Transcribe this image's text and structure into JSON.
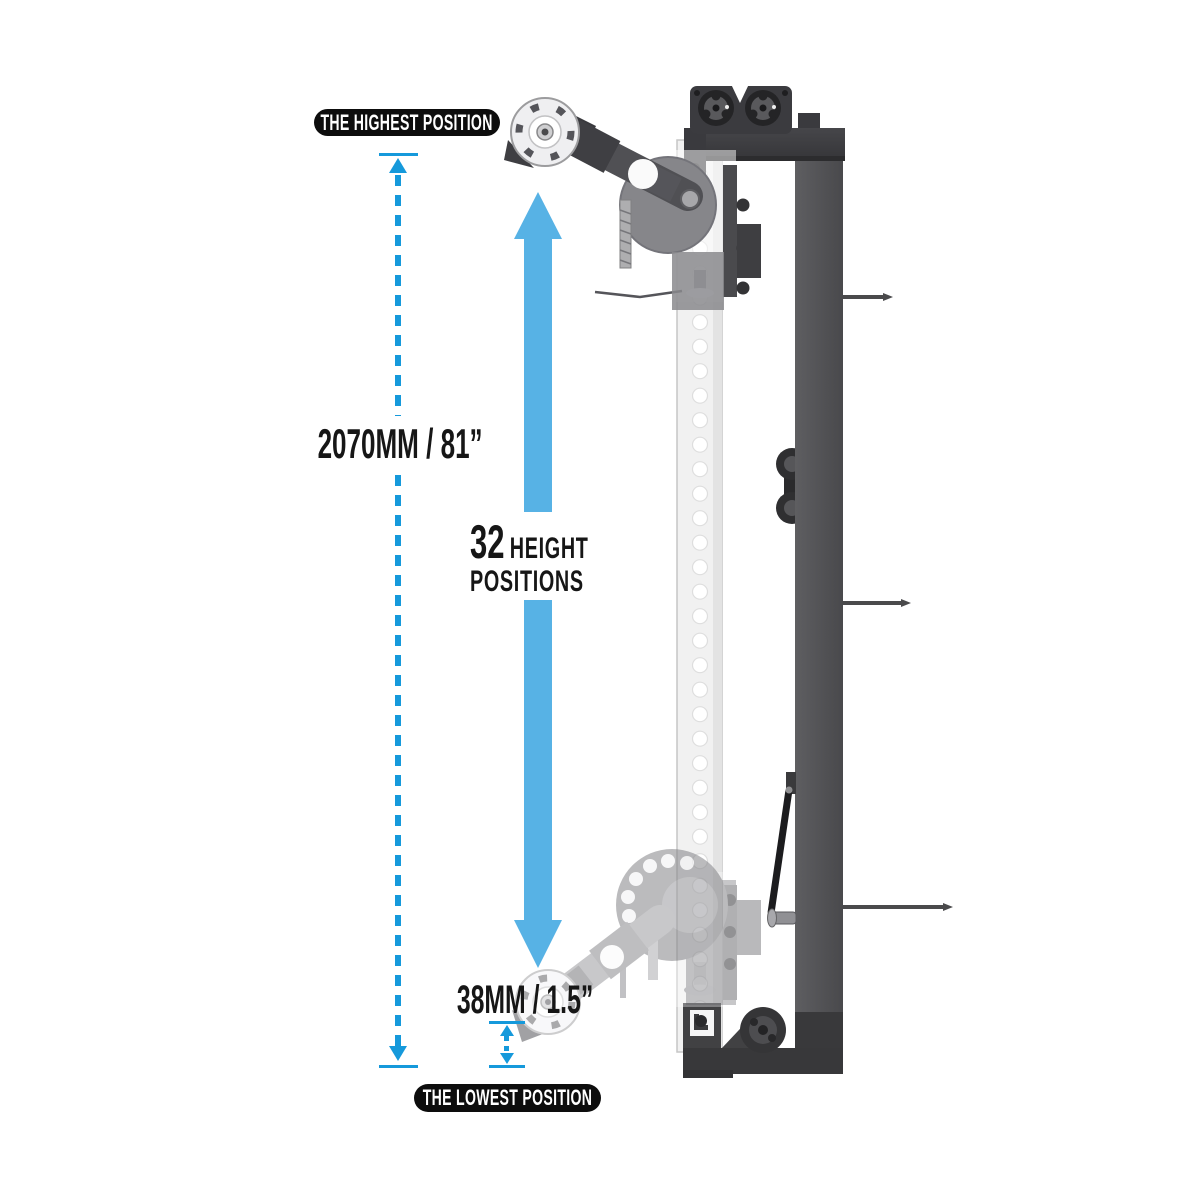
{
  "colors": {
    "arrow_blue": "#57B2E5",
    "measure_blue": "#1599DB",
    "label_bg": "#0D0D0D",
    "label_text": "#FFFFFF",
    "text_dark": "#161616"
  },
  "annotations": {
    "highest_label": "THE HIGHEST POSITION",
    "lowest_label": "THE LOWEST POSITION",
    "total_height": "2070MM / 81”",
    "min_height": "38MM / 1.5”",
    "positions_number": "32",
    "positions_word1": "HEIGHT",
    "positions_word2": "POSITIONS"
  }
}
